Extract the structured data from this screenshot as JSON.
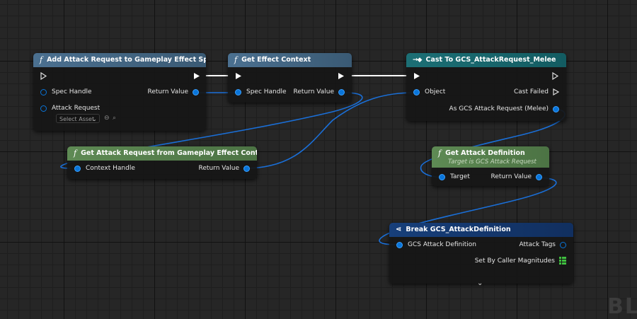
{
  "nodes": {
    "add_attack_request": {
      "title": "Add Attack Request to Gameplay Effect Spec",
      "pins": {
        "spec_handle": "Spec Handle",
        "return_value": "Return Value",
        "attack_request": "Attack Request"
      },
      "asset_select": "Select Asset"
    },
    "get_effect_context": {
      "title": "Get Effect Context",
      "pins": {
        "spec_handle": "Spec Handle",
        "return_value": "Return Value"
      }
    },
    "cast_to": {
      "title": "Cast To GCS_AttackRequest_Melee",
      "pins": {
        "object": "Object",
        "cast_failed": "Cast Failed",
        "as_output": "As GCS Attack Request (Melee)"
      }
    },
    "get_attack_request_from_context": {
      "title": "Get Attack Request from Gameplay Effect Context",
      "pins": {
        "context_handle": "Context Handle",
        "return_value": "Return Value"
      }
    },
    "get_attack_definition": {
      "title": "Get Attack Definition",
      "subtitle": "Target is GCS Attack Request",
      "pins": {
        "target": "Target",
        "return_value": "Return Value"
      }
    },
    "break_attack_definition": {
      "title": "Break GCS_AttackDefinition",
      "pins": {
        "definition": "GCS Attack Definition",
        "attack_tags": "Attack Tags",
        "set_by_caller": "Set By Caller Magnitudes"
      }
    }
  },
  "watermark": "BL",
  "colors": {
    "pin_blue": "#0a75d9",
    "func_header": "#4b7090",
    "pure_header": "#5e8a54",
    "cast_header": "#1c6f75",
    "break_header": "#173f7a"
  }
}
